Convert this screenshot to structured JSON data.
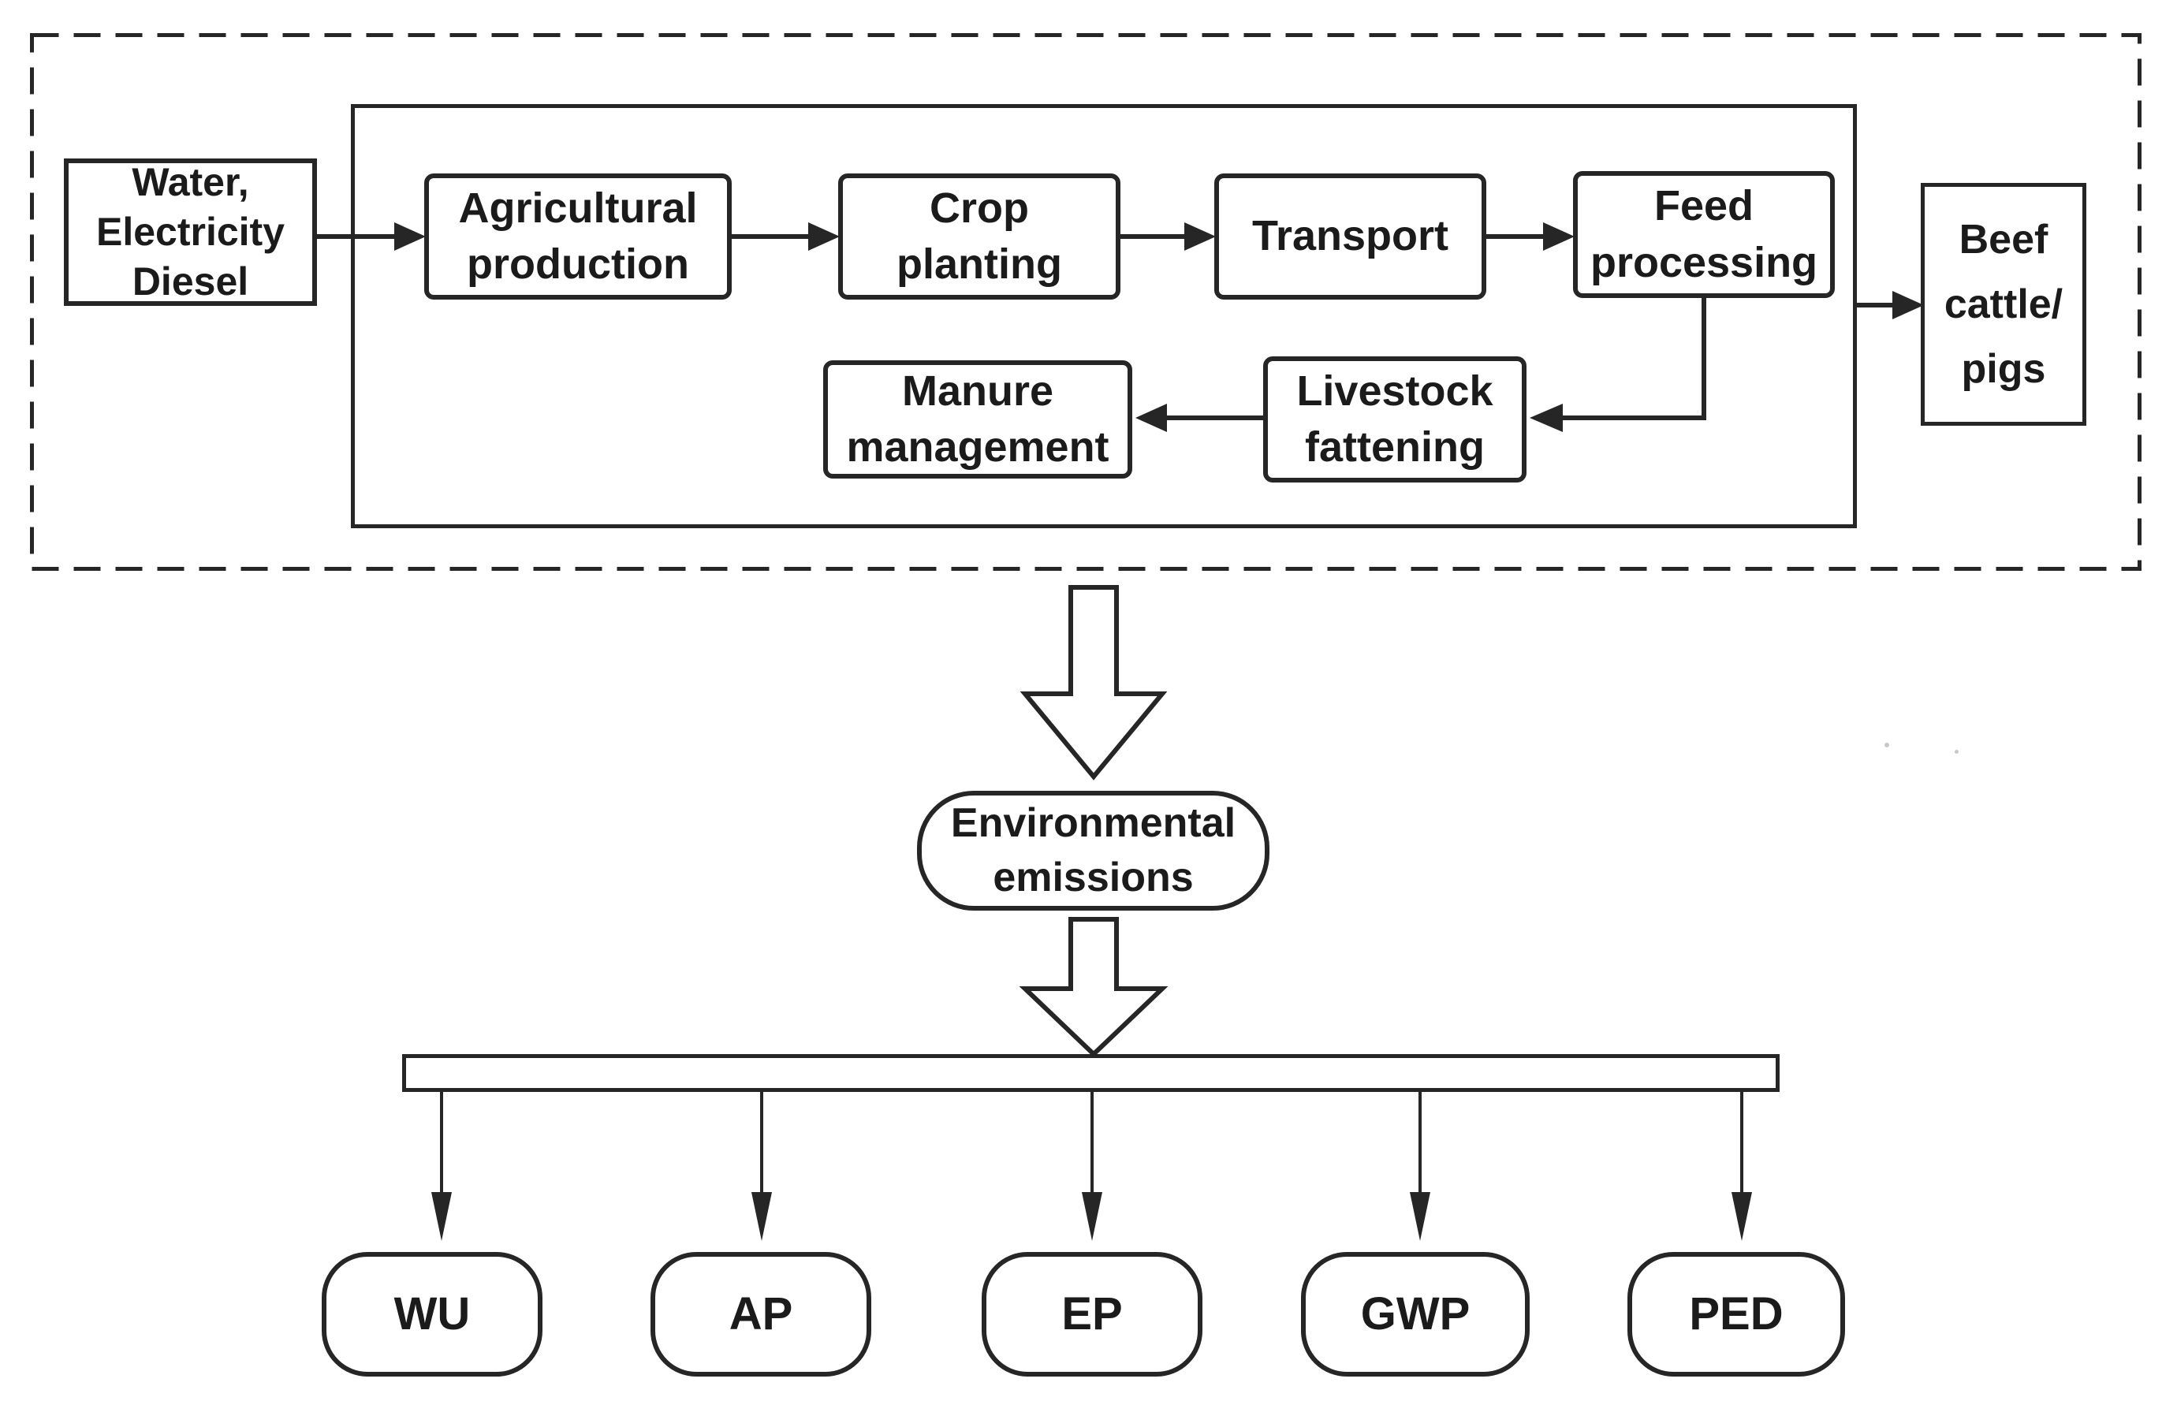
{
  "figure": {
    "background": "#ffffff",
    "ink": "#262626",
    "description": "Life cycle system boundary flowchart from inputs through livestock production stages to environmental emissions and impact categories"
  },
  "system_boundary": {
    "inputs_label": "Water,\nElectricity\nDiesel",
    "stages": [
      "Agricultural\nproduction",
      "Crop\nplanting",
      "Transport",
      "Feed\nprocessing",
      "Manure\nmanagement",
      "Livestock\nfattening"
    ],
    "output_label": "Beef\ncattle/\npigs"
  },
  "emissions_label": "Environmental\nemissions",
  "impact_categories": [
    "WU",
    "AP",
    "EP",
    "GWP",
    "PED"
  ]
}
